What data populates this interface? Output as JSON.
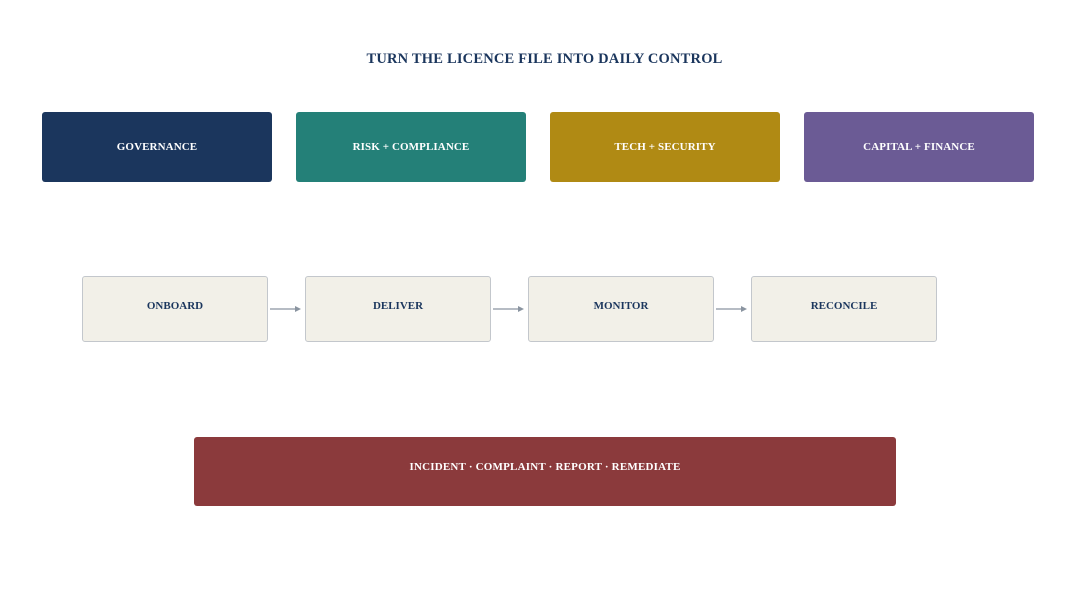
{
  "title": "TURN THE LICENCE FILE INTO DAILY CONTROL",
  "colors": {
    "title": "#1b365d",
    "governance": "#1b365d",
    "risk_compliance": "#248078",
    "tech_security": "#b08a14",
    "capital_finance": "#6b5b95",
    "step_fill": "#f2f0e8",
    "step_border": "#c3c7cc",
    "arrow": "#8a94a0",
    "banner": "#8b3a3c"
  },
  "pillars": [
    {
      "label": "GOVERNANCE"
    },
    {
      "label": "RISK + COMPLIANCE"
    },
    {
      "label": "TECH + SECURITY"
    },
    {
      "label": "CAPITAL + FINANCE"
    }
  ],
  "steps": [
    {
      "label": "ONBOARD"
    },
    {
      "label": "DELIVER"
    },
    {
      "label": "MONITOR"
    },
    {
      "label": "RECONCILE"
    }
  ],
  "banner": {
    "label": "INCIDENT · COMPLAINT · REPORT · REMEDIATE"
  }
}
